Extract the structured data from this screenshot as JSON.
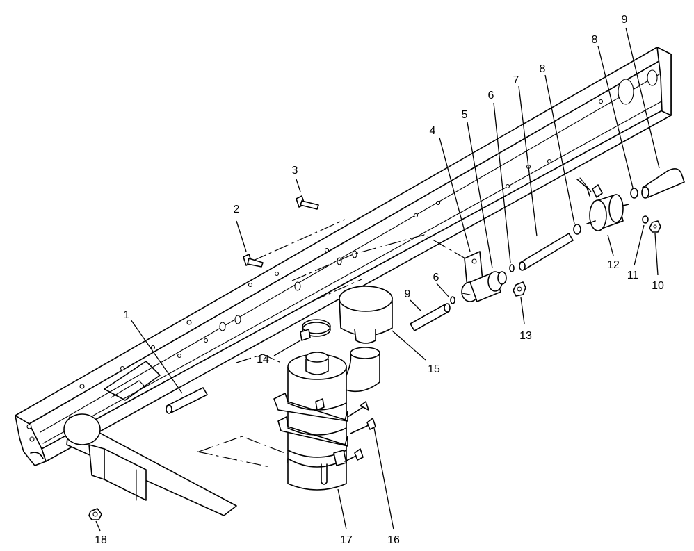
{
  "callouts": {
    "c1": "1",
    "c2": "2",
    "c3": "3",
    "c4": "4",
    "c5": "5",
    "c6a": "6",
    "c6b": "6",
    "c7": "7",
    "c8a": "8",
    "c8b": "8",
    "c9a": "9",
    "c9b": "9",
    "c10": "10",
    "c11": "11",
    "c12": "12",
    "c13": "13",
    "c14": "14",
    "c15": "15",
    "c16": "16",
    "c17": "17",
    "c18": "18"
  }
}
